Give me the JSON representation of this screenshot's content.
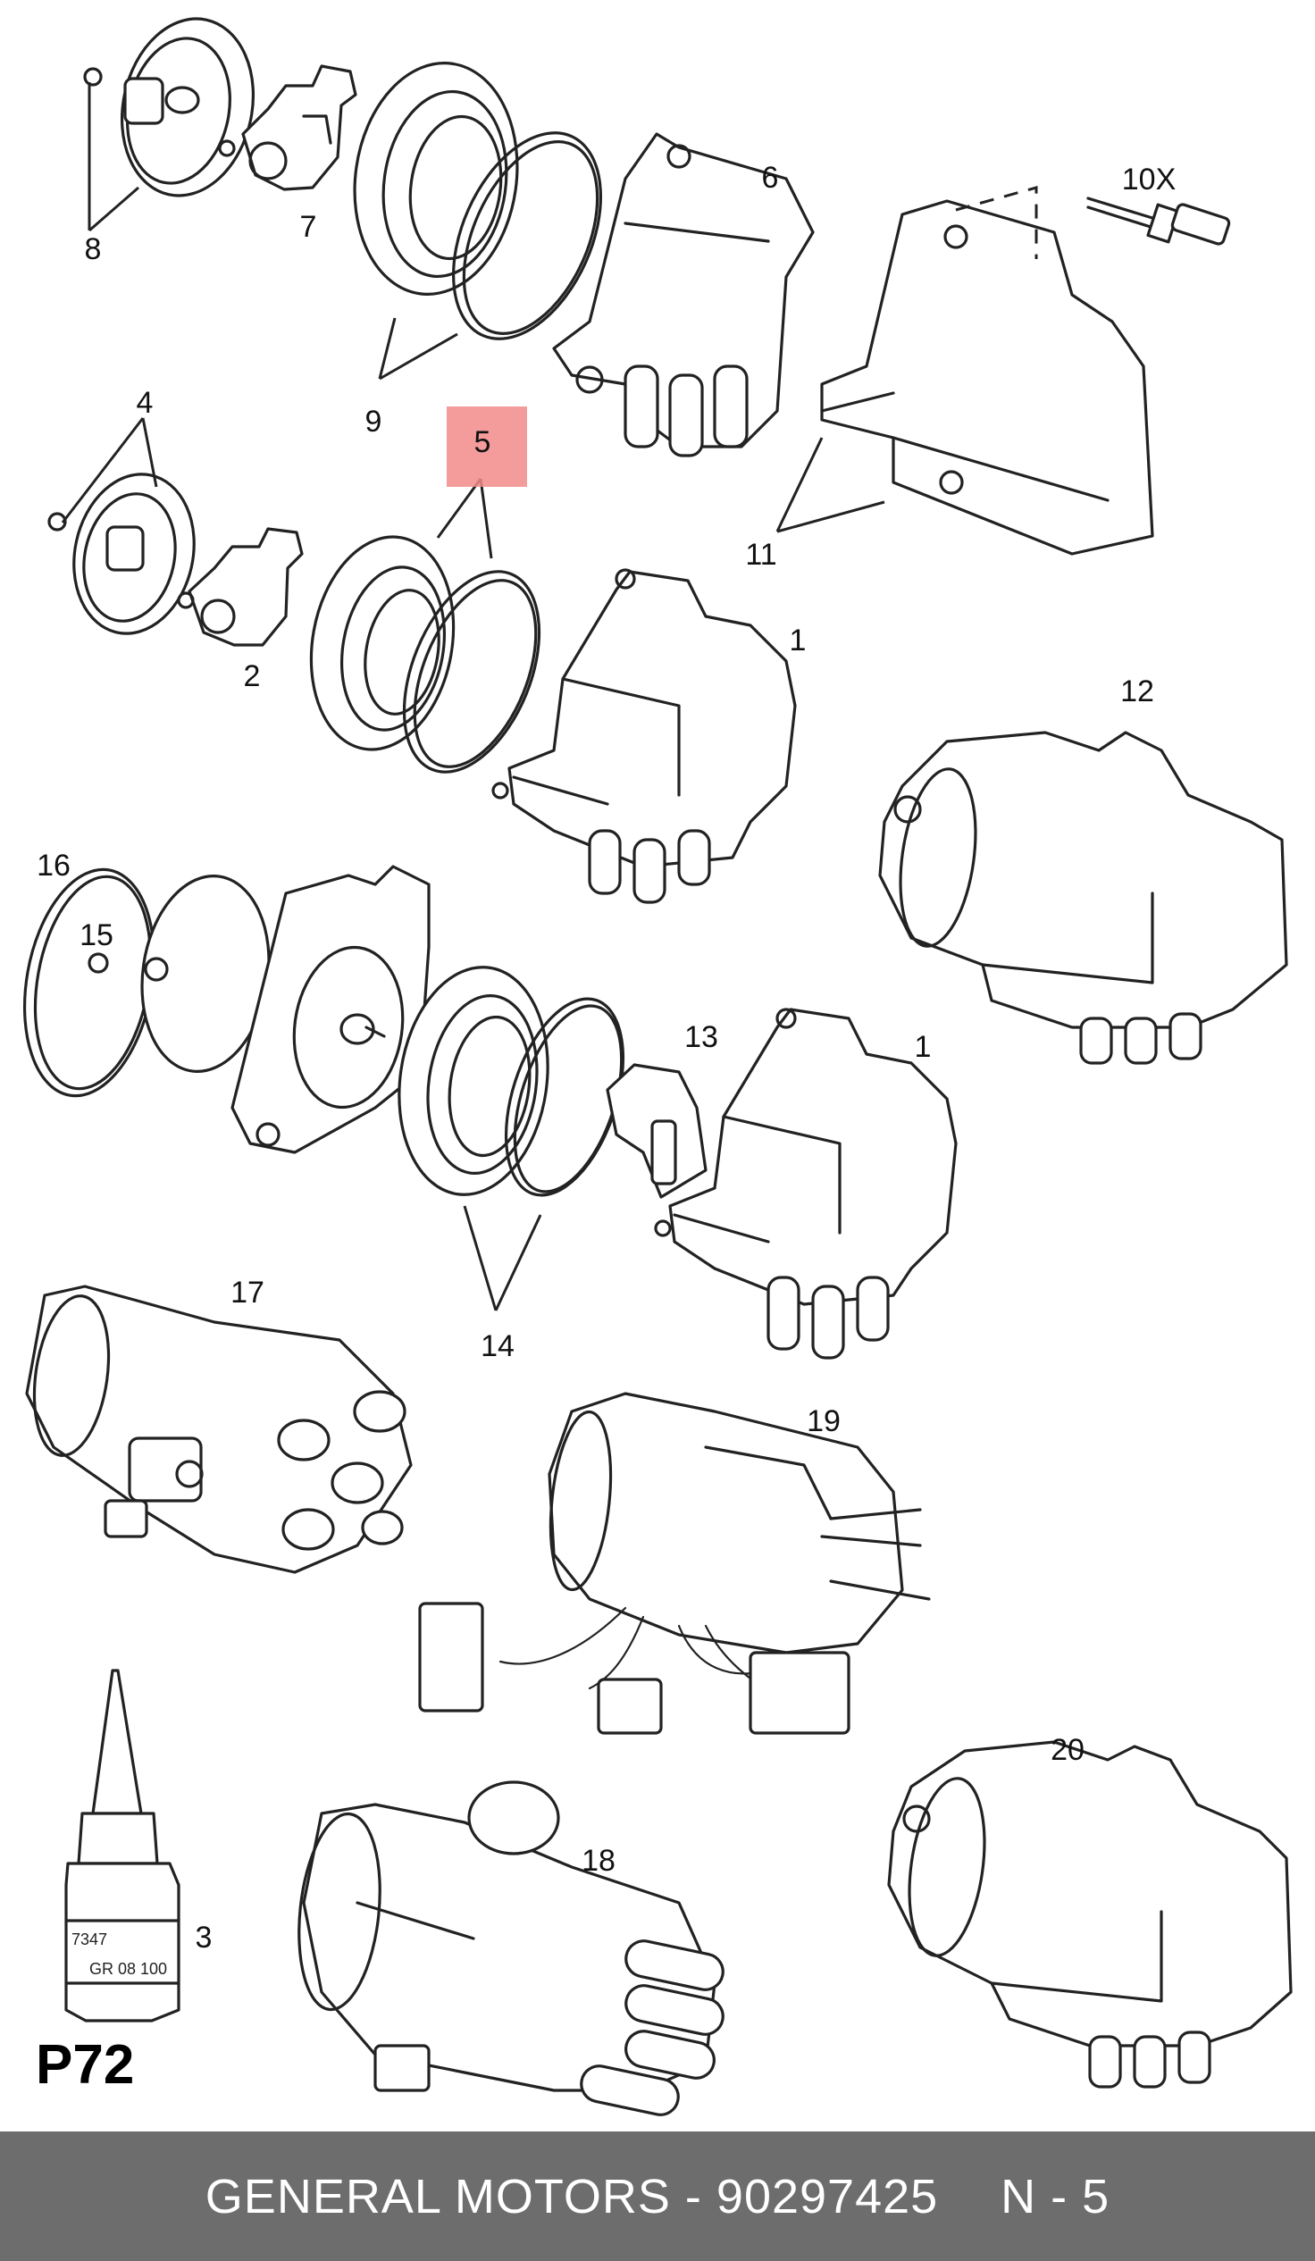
{
  "diagram": {
    "part_code": "P72",
    "highlighted_callout": "5",
    "highlight_color": "#f28b8b",
    "bottle_text_1": "7347",
    "bottle_text_2": "GR 08 100",
    "callouts": {
      "c1a": "1",
      "c1b": "1",
      "c2": "2",
      "c3": "3",
      "c4": "4",
      "c5": "5",
      "c6": "6",
      "c7": "7",
      "c8": "8",
      "c9": "9",
      "c10": "10X",
      "c11": "11",
      "c12": "12",
      "c13": "13",
      "c14": "14",
      "c15": "15",
      "c16": "16",
      "c17": "17",
      "c18": "18",
      "c19": "19",
      "c20": "20"
    }
  },
  "footer": {
    "brand": "GENERAL MOTORS",
    "dash": "-",
    "part_number": "90297425",
    "variant": "N - 5",
    "background": "#6d6d6d"
  }
}
